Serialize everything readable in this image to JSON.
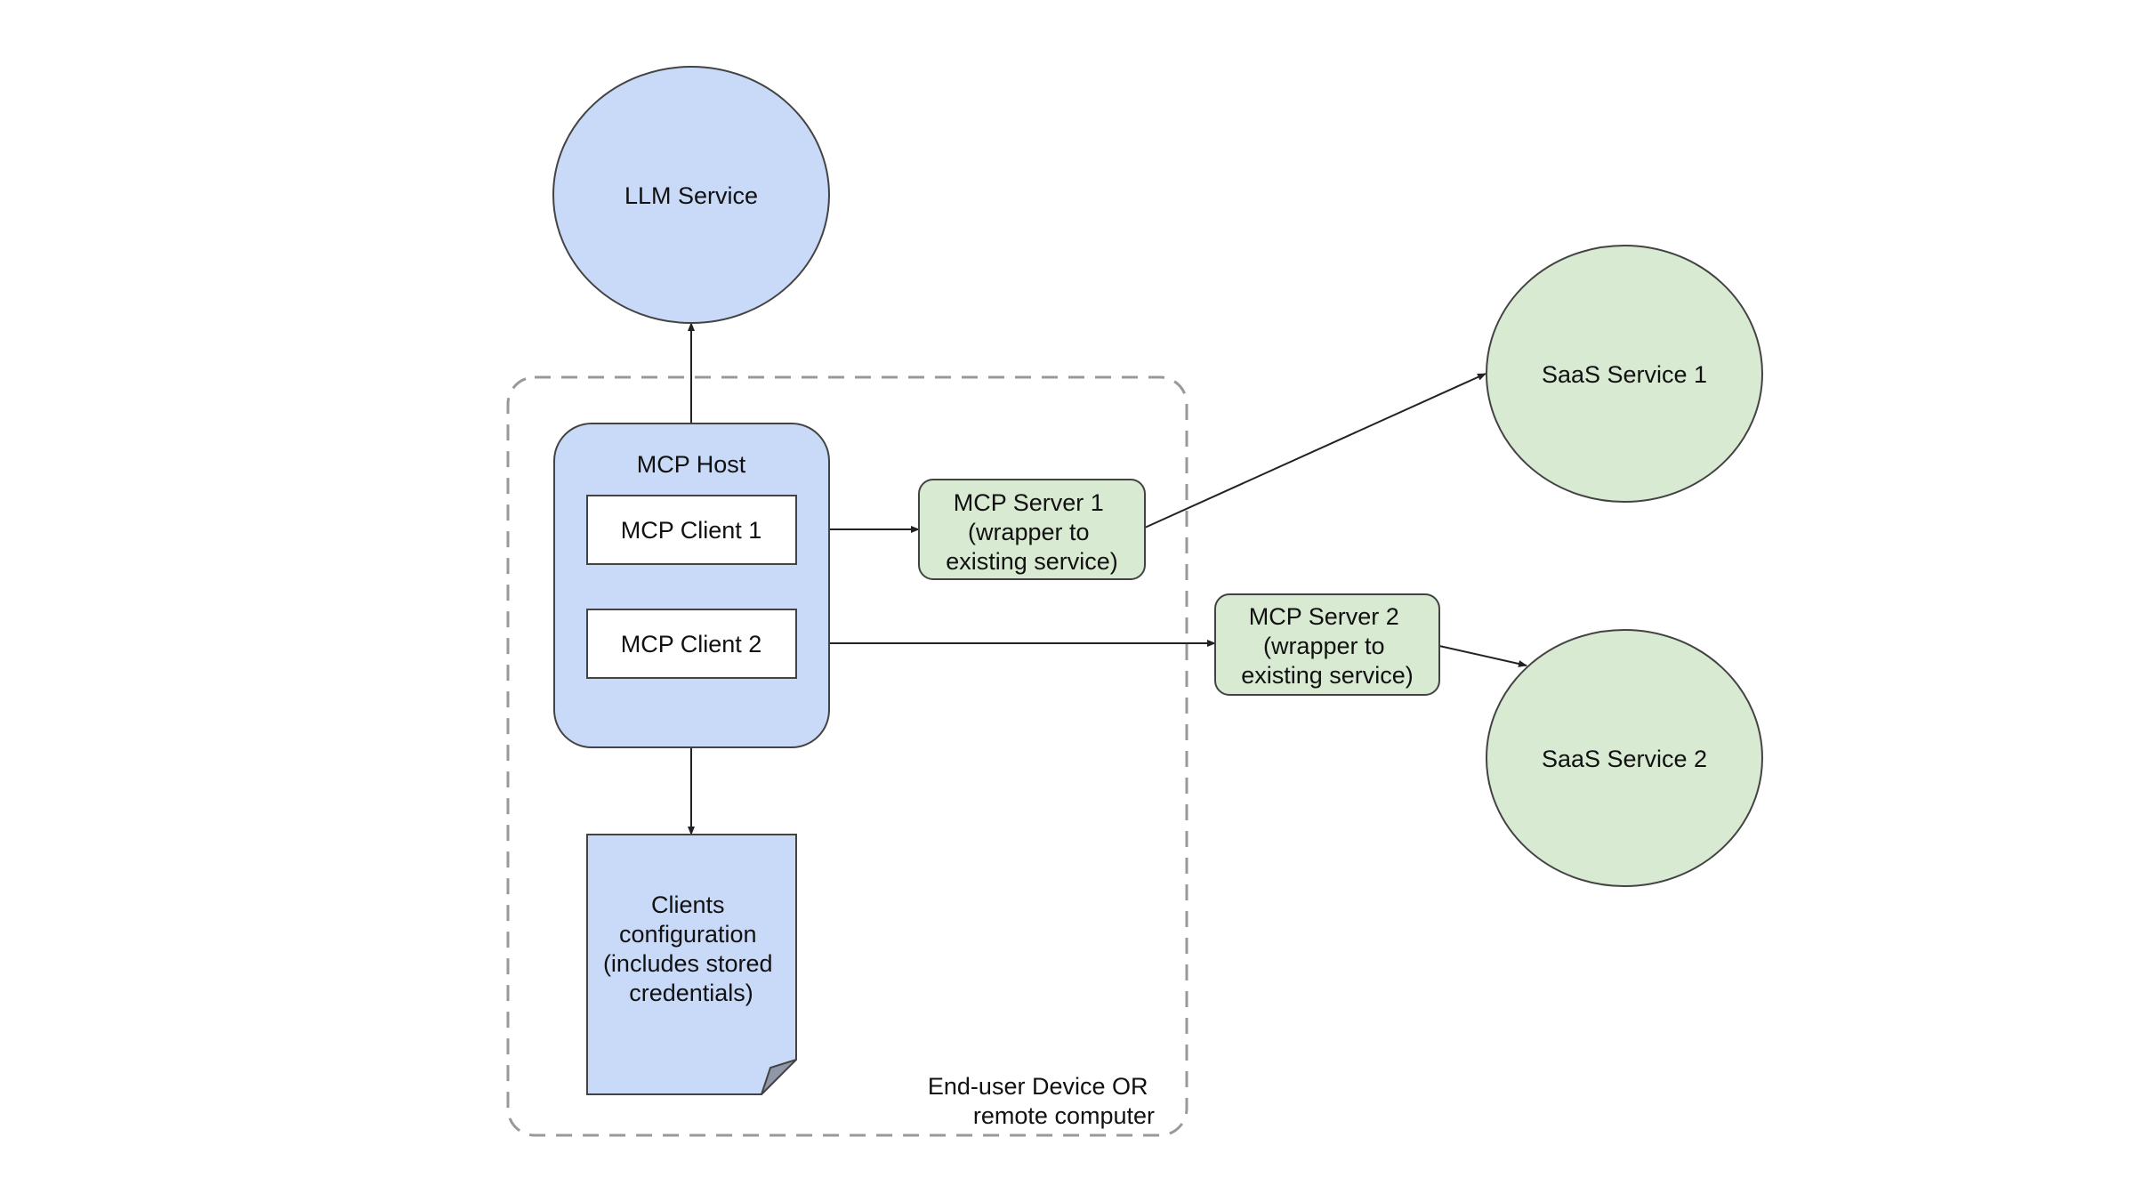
{
  "diagram": {
    "llm_service": {
      "label": "LLM Service"
    },
    "mcp_host": {
      "title": "MCP Host"
    },
    "mcp_client_1": {
      "label": "MCP Client 1"
    },
    "mcp_client_2": {
      "label": "MCP Client 2"
    },
    "mcp_server_1": {
      "lines": [
        "MCP Server 1",
        "(wrapper to",
        "existing service)"
      ]
    },
    "mcp_server_2": {
      "lines": [
        "MCP Server 2",
        "(wrapper to",
        "existing service)"
      ]
    },
    "saas_service_1": {
      "label": "SaaS Service 1"
    },
    "saas_service_2": {
      "label": "SaaS Service 2"
    },
    "clients_config": {
      "lines": [
        "Clients",
        "configuration",
        "(includes stored",
        "credentials)"
      ]
    },
    "boundary": {
      "lines": [
        "End-user Device OR",
        "remote computer"
      ]
    },
    "colors": {
      "blue_fill": "#c9daf8",
      "green_fill": "#d9ead3",
      "stroke": "#434343",
      "boundary_stroke": "#999999"
    }
  }
}
